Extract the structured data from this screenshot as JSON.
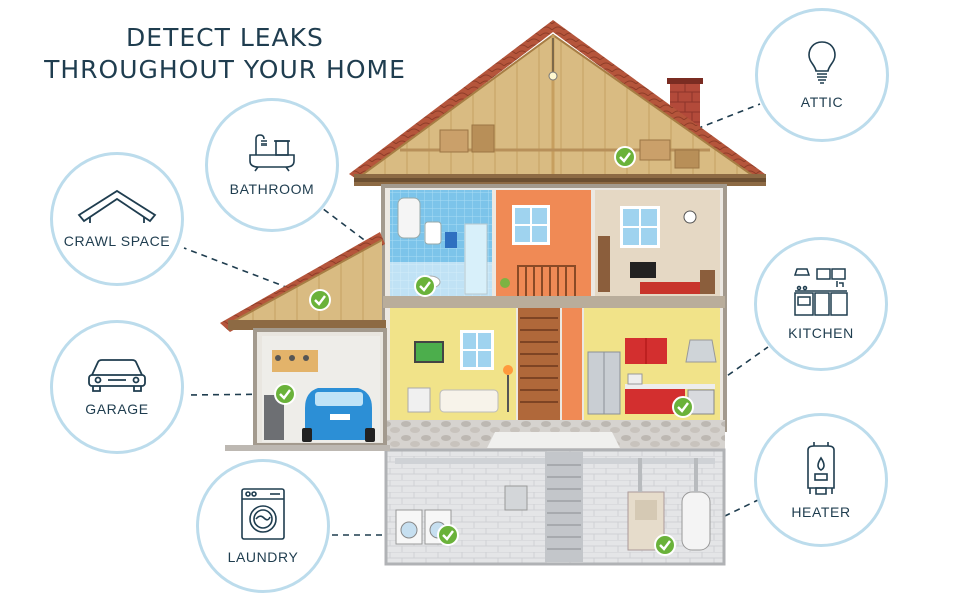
{
  "title": {
    "line1": "DETECT LEAKS",
    "line2": "THROUGHOUT YOUR HOME"
  },
  "colors": {
    "text": "#1f3d4f",
    "bubble_border": "#bcdcec",
    "check": "#6ab23a"
  },
  "locations": [
    {
      "id": "attic",
      "label": "ATTIC",
      "icon": "light-bulb-icon"
    },
    {
      "id": "bathroom",
      "label": "BATHROOM",
      "icon": "bathtub-icon"
    },
    {
      "id": "crawl-space",
      "label": "CRAWL SPACE",
      "icon": "roof-icon"
    },
    {
      "id": "garage",
      "label": "GARAGE",
      "icon": "car-icon"
    },
    {
      "id": "kitchen",
      "label": "KITCHEN",
      "icon": "kitchen-icon"
    },
    {
      "id": "heater",
      "label": "HEATER",
      "icon": "water-heater-icon"
    },
    {
      "id": "laundry",
      "label": "LAUNDRY",
      "icon": "washing-machine-icon"
    }
  ]
}
